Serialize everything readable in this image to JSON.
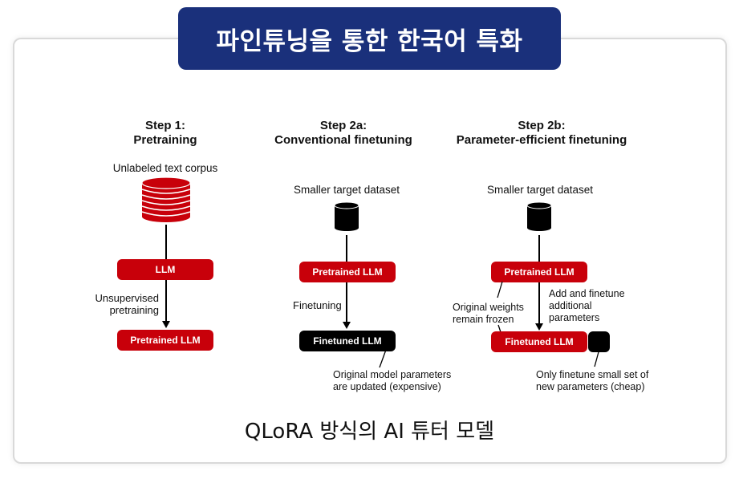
{
  "header": {
    "title": "파인튜닝을 통한 한국어 특화"
  },
  "caption": "QLoRA 방식의 AI 튜터 모델",
  "colors": {
    "title_bg": "#1a307b",
    "accent_red": "#c8000a",
    "black": "#000000",
    "card_border": "#d9d9d9"
  },
  "diagram": {
    "step1": {
      "heading_line1": "Step 1:",
      "heading_line2": "Pretraining",
      "dataset_label": "Unlabeled text corpus",
      "dataset_icon": "database-stack-icon",
      "box_top": "LLM",
      "edge_label_line1": "Unsupervised",
      "edge_label_line2": "pretraining",
      "box_bottom": "Pretrained LLM"
    },
    "step2a": {
      "heading_line1": "Step 2a:",
      "heading_line2": "Conventional finetuning",
      "dataset_label": "Smaller target dataset",
      "dataset_icon": "database-icon",
      "box_top": "Pretrained LLM",
      "edge_label": "Finetuning",
      "box_bottom": "Finetuned LLM",
      "note_line1": "Original model parameters",
      "note_line2": "are updated (expensive)"
    },
    "step2b": {
      "heading_line1": "Step 2b:",
      "heading_line2": "Parameter-efficient finetuning",
      "dataset_label": "Smaller target dataset",
      "dataset_icon": "database-icon",
      "box_top": "Pretrained LLM",
      "edge_label_line1": "Add and finetune",
      "edge_label_line2": "additional",
      "edge_label_line3": "parameters",
      "frozen_note_line1": "Original weights",
      "frozen_note_line2": "remain frozen",
      "box_bottom": "Finetuned LLM",
      "note_line1": "Only finetune small set of",
      "note_line2": "new parameters (cheap)"
    }
  }
}
